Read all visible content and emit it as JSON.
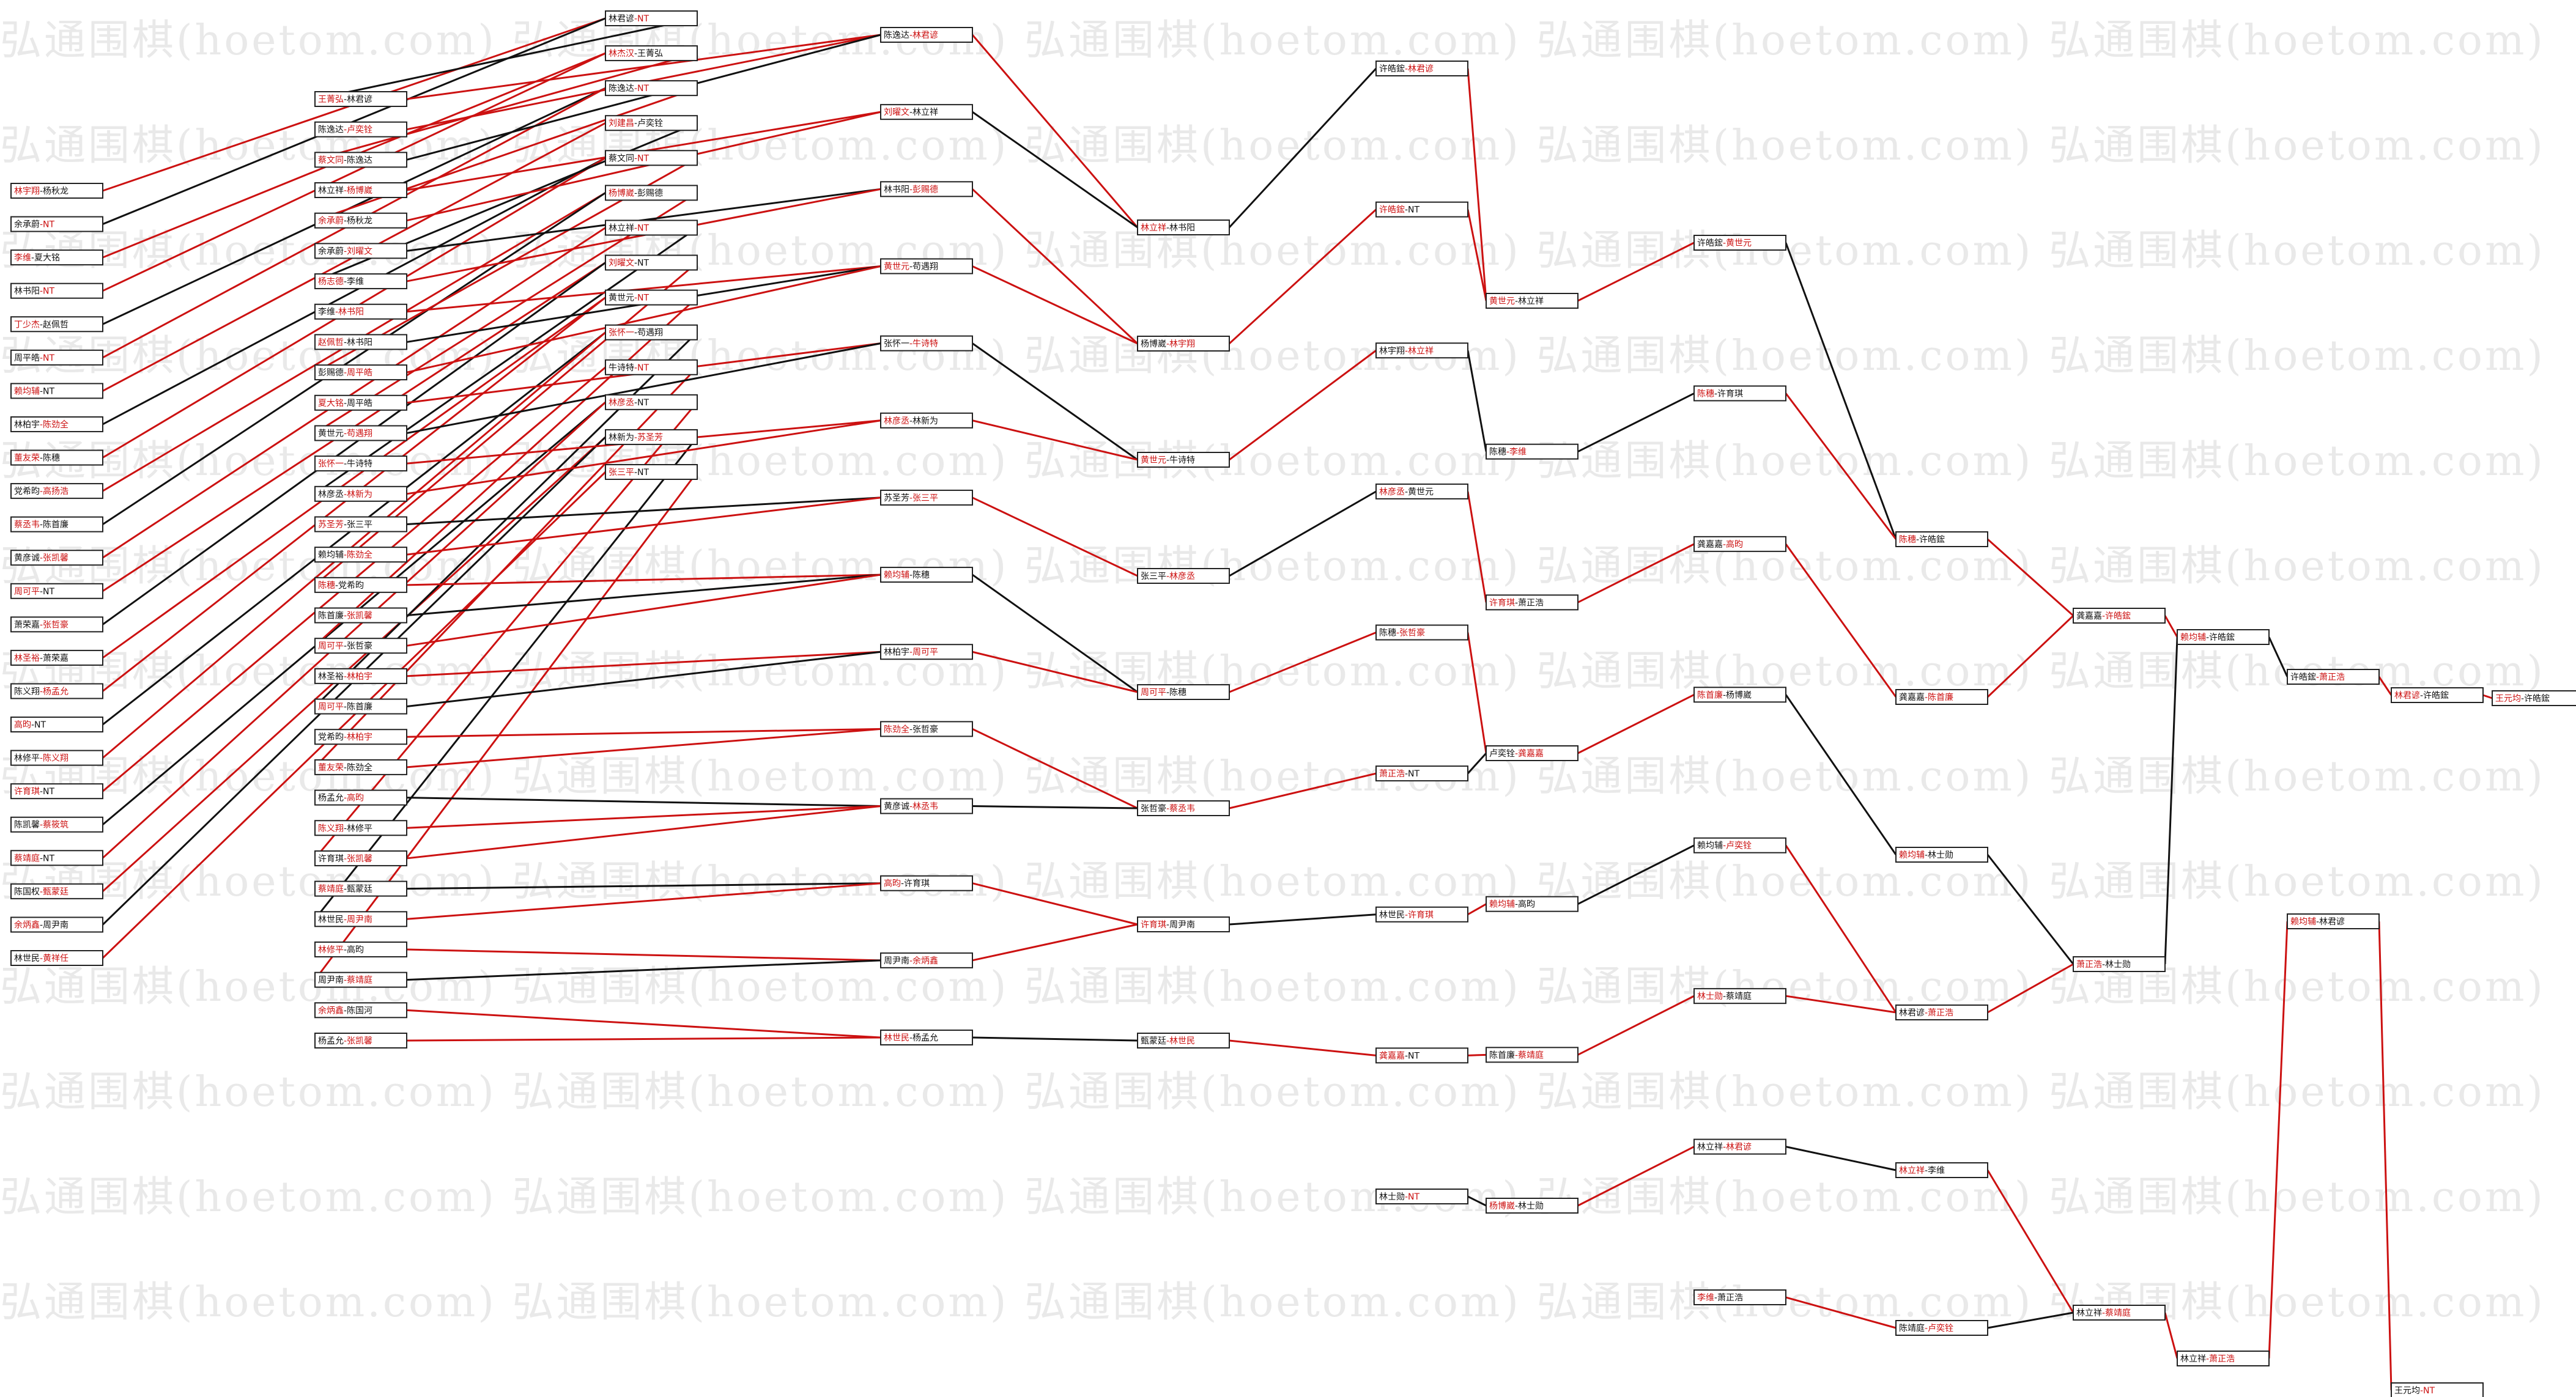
{
  "watermark": "弘通围棋(hoetom.com)",
  "colors": {
    "edge_red": "#cc1111",
    "edge_black": "#111111",
    "text_red": "#cc1111",
    "text_black": "#111111",
    "box_border": "#222222"
  },
  "bracket": {
    "round1": [
      "林宇翔-杨秋龙",
      "余承蔚-NT",
      "李维-夏大铭",
      "林书阳-NT",
      "丁少杰-赵佩哲",
      "周平皓-NT",
      "赖均辅-NT",
      "林柏宇-陈劲全",
      "董友荣-陈穗",
      "党希昀-高扬浩",
      "蔡丞韦-陈首廉",
      "黄彦诚-张凯馨",
      "周可平-NT",
      "萧荣嘉-张哲豪",
      "林圣裕-萧荣嘉",
      "陈义翔-杨孟允",
      "高昀-NT",
      "林修平-陈义翔",
      "许育琪-NT",
      "陈凯馨-蔡筱筑",
      "蔡靖庭-NT",
      "陈国权-甄蒙廷",
      "余炳鑫-周尹南",
      "林世民-黄祥任"
    ],
    "round1b": [
      "林君谚-NT",
      "林杰汉-王菁弘",
      "陈逸达-NT",
      "刘建昌-卢奕铨",
      "蔡文同-NT",
      "杨博崴-彭赐德",
      "林立祥-NT",
      "刘曜文-NT",
      "黄世元-NT",
      "张怀一-苟遇翔",
      "牛诗特-NT",
      "林彦丞-NT",
      "林新为-苏圣芳",
      "张三平-NT"
    ],
    "round2": [
      "王菁弘-林君谚",
      "陈逸达-卢奕铨",
      "蔡文同-陈逸达",
      "林立祥-杨博崴",
      "余承蔚-杨秋龙",
      "余承蔚-刘曜文",
      "杨志德-李维",
      "李维-林书阳",
      "赵佩哲-林书阳",
      "彭赐德-周平皓",
      "夏大铭-周平皓",
      "黄世元-苟遇翔",
      "张怀一-牛诗特",
      "林彦丞-林新为",
      "苏圣芳-张三平",
      "赖均辅-陈劲全",
      "陈穗-党希昀",
      "陈首廉-张凯馨",
      "周可平-张哲豪",
      "林圣裕-林柏宇",
      "周可平-陈首廉",
      "党希昀-林柏宇",
      "董友荣-陈劲全",
      "杨孟允-高昀",
      "陈义翔-林修平",
      "许育琪-张凯馨",
      "蔡靖庭-甄蒙廷",
      "林世民-周尹南",
      "林修平-高昀",
      "周尹南-蔡靖庭",
      "余炳鑫-陈国河",
      "杨孟允-张凯馨"
    ],
    "round3": [
      "陈逸达-林君谚",
      "刘曜文-林立祥",
      "林书阳-彭赐德",
      "黄世元-苟遇翔",
      "张怀一-牛诗特",
      "林彦丞-林新为",
      "苏圣芳-张三平",
      "赖均辅-陈穗",
      "林柏宇-周可平",
      "陈劲全-张哲豪",
      "黄彦诚-林丞韦",
      "高昀-许育琪",
      "周尹南-余炳鑫",
      "林世民-杨孟允"
    ],
    "round4": [
      "林立祥-林书阳",
      "杨博崴-林宇翔",
      "黄世元-牛诗特",
      "张三平-林彦丞",
      "周可平-陈穗",
      "张哲豪-蔡丞韦",
      "许育琪-周尹南",
      "甄蒙廷-林世民"
    ],
    "round5": [
      "许皓鋐-林君谚",
      "许皓鋐-NT",
      "林宇翔-林立祥",
      "林彦丞-黄世元",
      "陈穗-张哲豪",
      "萧正浩-NT",
      "林世民-许育琪",
      "龚嘉嘉-NT",
      "林士勋-NT"
    ],
    "round6": [
      "黄世元-林立祥",
      "陈穗-李维",
      "许育琪-萧正浩",
      "卢奕铨-龚嘉嘉",
      "赖均辅-高昀",
      "陈首廉-蔡靖庭",
      "杨博崴-林士勋"
    ],
    "round7": [
      "许皓鋐-黄世元",
      "陈穗-许育琪",
      "龚嘉嘉-高昀",
      "陈首廉-杨博崴",
      "赖均辅-卢奕铨",
      "林士勋-蔡靖庭",
      "林立祥-林君谚",
      "李维-萧正浩"
    ],
    "round8": [
      "陈穗-许皓鋐",
      "龚嘉嘉-陈首廉",
      "赖均辅-林士勋",
      "林君谚-萧正浩",
      "林立祥-李维",
      "陈靖庭-卢奕铨"
    ],
    "round9": [
      "龚嘉嘉-许皓鋐",
      "萧正浩-林士勋",
      "林立祥-蔡靖庭"
    ],
    "round10": [
      "赖均辅-许皓鋐",
      "林立祥-萧正浩"
    ],
    "round11": [
      "许皓鋐-萧正浩",
      "赖均辅-林君谚"
    ],
    "round12": [
      "林君谚-许皓鋐",
      "王元均-NT"
    ],
    "champion": "王元均-许皓鋐"
  }
}
